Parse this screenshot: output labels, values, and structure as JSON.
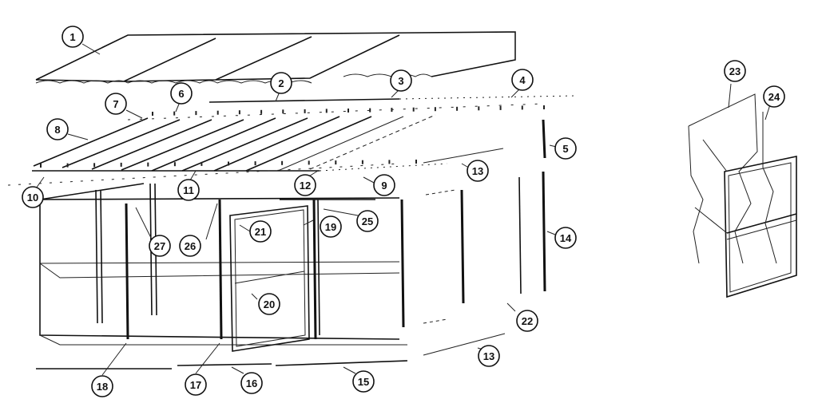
{
  "diagram": {
    "callouts": [
      "1",
      "2",
      "3",
      "4",
      "5",
      "6",
      "7",
      "8",
      "9",
      "10",
      "11",
      "12",
      "13",
      "13",
      "14",
      "15",
      "16",
      "17",
      "18",
      "19",
      "20",
      "21",
      "22",
      "23",
      "24",
      "25",
      "26",
      "27"
    ],
    "colors": {
      "ink": "#111111",
      "paper": "#ffffff"
    }
  }
}
